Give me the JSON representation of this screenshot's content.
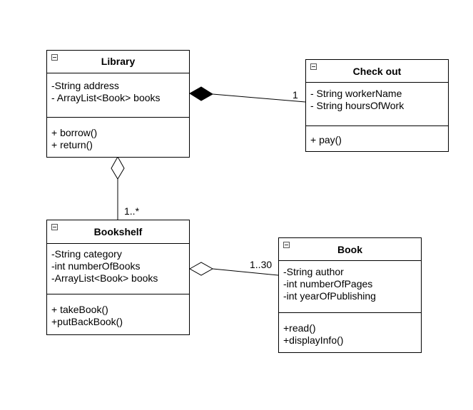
{
  "classes": {
    "library": {
      "name": "Library",
      "attributes": [
        "-String address",
        "- ArrayList<Book> books"
      ],
      "operations": [
        "+ borrow()",
        "+ return()"
      ]
    },
    "checkout": {
      "name": "Check out",
      "attributes": [
        "- String workerName",
        "- String hoursOfWork"
      ],
      "operations": [
        "+ pay()"
      ]
    },
    "bookshelf": {
      "name": "Bookshelf",
      "attributes": [
        "-String category",
        "-int numberOfBooks",
        "-ArrayList<Book> books"
      ],
      "operations": [
        "+ takeBook()",
        "+putBackBook()"
      ]
    },
    "book": {
      "name": "Book",
      "attributes": [
        "-String author",
        "-int numberOfPages",
        "-int yearOfPublishing"
      ],
      "operations": [
        "+read()",
        "+displayInfo()"
      ]
    }
  },
  "relationships": {
    "library_checkout": {
      "type": "composition",
      "multiplicity": "1"
    },
    "library_bookshelf": {
      "type": "aggregation",
      "multiplicity": "1..*"
    },
    "bookshelf_book": {
      "type": "aggregation",
      "multiplicity": "1..30"
    }
  }
}
